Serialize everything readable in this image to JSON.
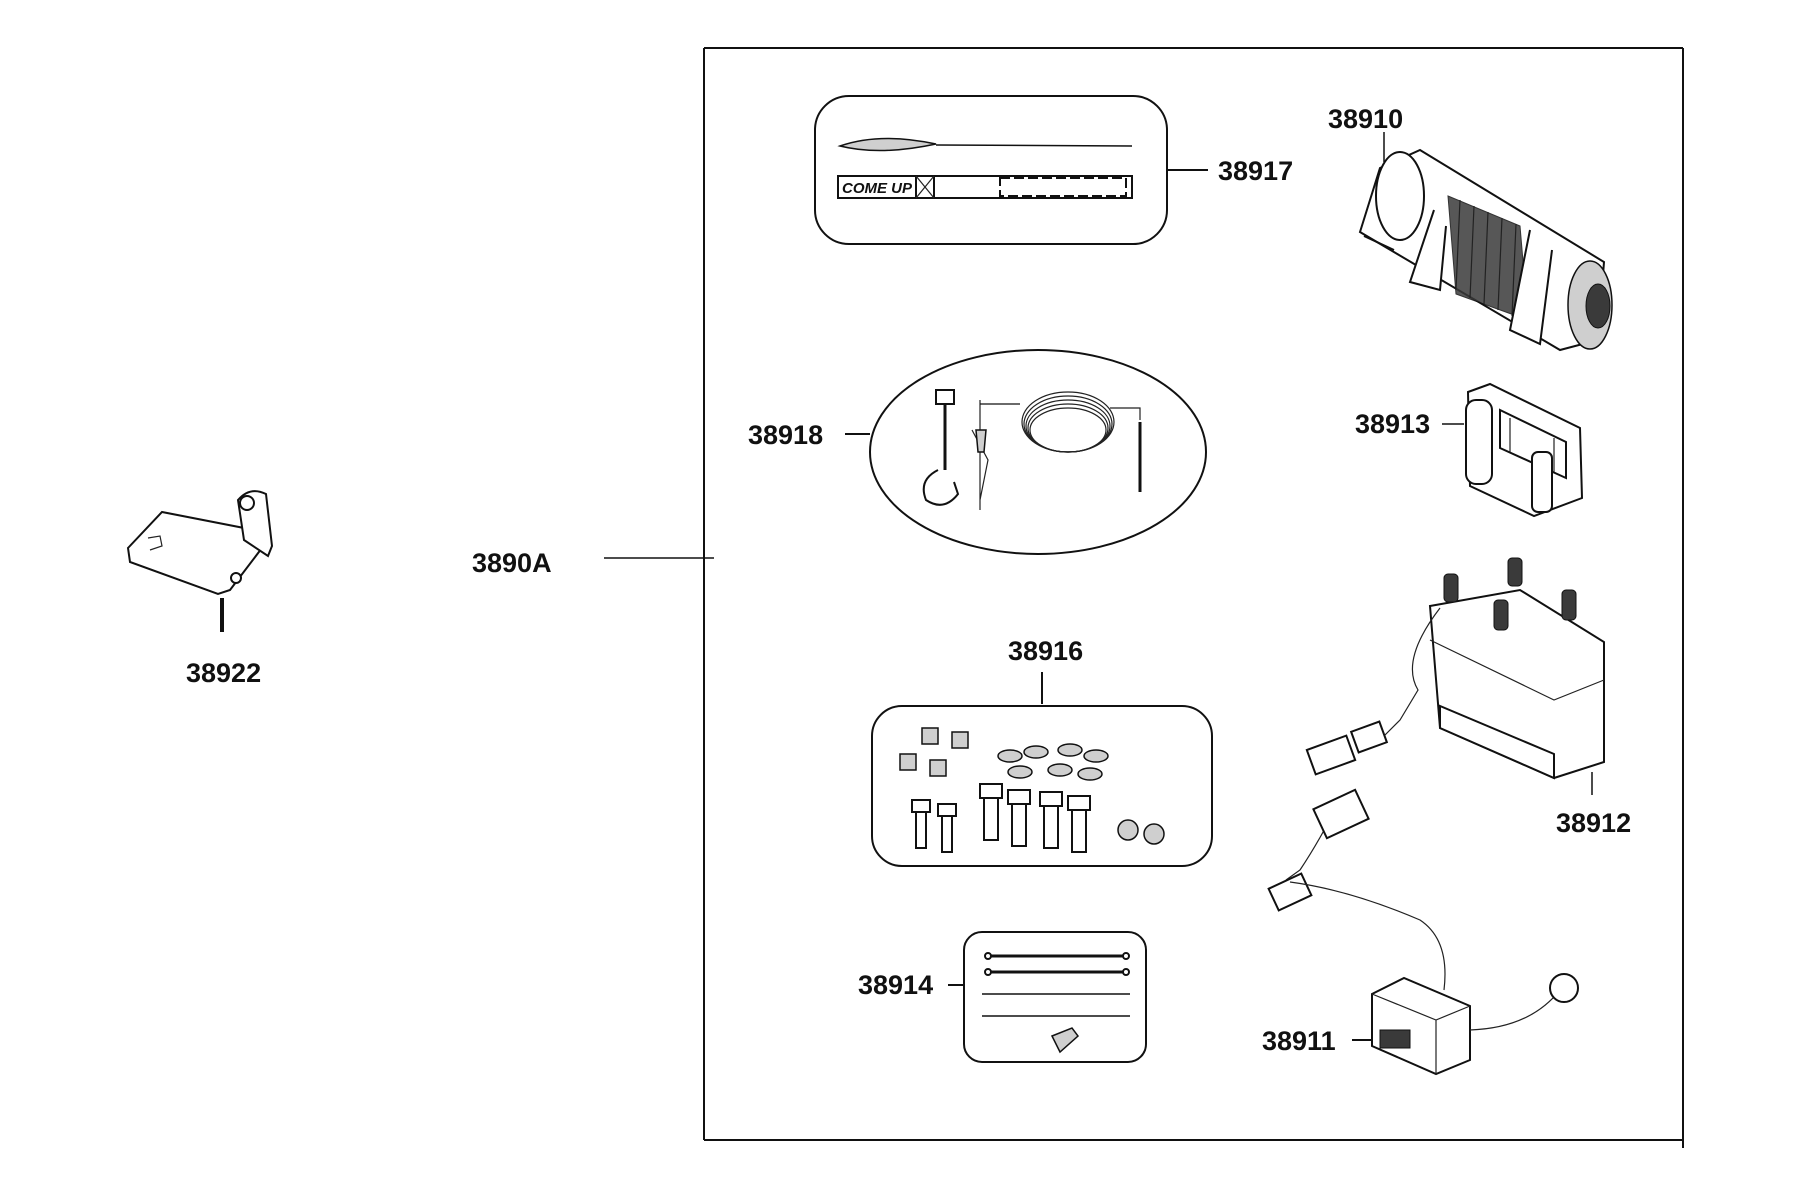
{
  "callouts": {
    "p38922": "38922",
    "p3890A": "3890A",
    "p38910": "38910",
    "p38917": "38917",
    "p38918": "38918",
    "p38913": "38913",
    "p38916": "38916",
    "p38912": "38912",
    "p38914": "38914",
    "p38911": "38911"
  },
  "labels": {
    "strap_brand": "COME UP"
  },
  "colors": {
    "line": "#111111",
    "shade": "#cfcfcf",
    "background": "#ffffff"
  }
}
